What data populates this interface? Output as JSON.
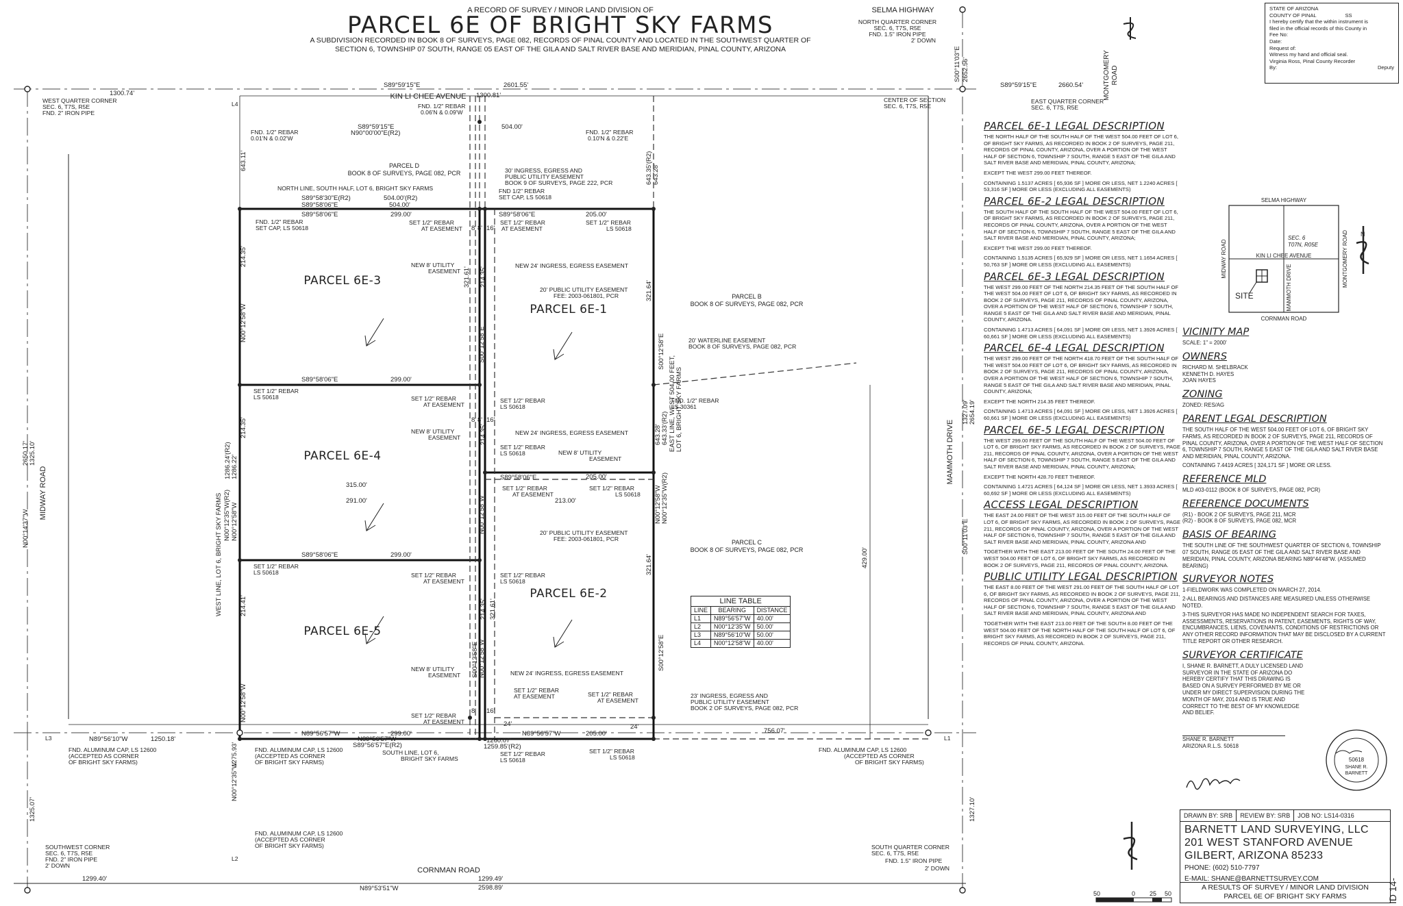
{
  "header": {
    "subtitle": "A RECORD OF SURVEY / MINOR LAND DIVISION OF",
    "title": "PARCEL 6E OF BRIGHT SKY FARMS",
    "desc1": "A SUBDIVISION RECORDED IN BOOK 8 OF SURVEYS, PAGE 082, RECORDS OF PINAL COUNTY AND LOCATED IN THE SOUTHWEST QUARTER OF",
    "desc2": "SECTION 6, TOWNSHIP 07 SOUTH, RANGE 05 EAST OF THE GILA AND SALT RIVER BASE AND MERIDIAN, PINAL COUNTY, ARIZONA"
  },
  "recorder": {
    "l1": "STATE OF ARIZONA",
    "l2": "COUNTY OF PINAL",
    "ss": "SS",
    "l3": "I hereby certify that the within instrument is",
    "l4": "filed in the official records of this County in",
    "l5": "Fee No:",
    "l6": "Date:",
    "l7": "Request of:",
    "l8": "Witness my hand and official seal.",
    "l9": "Virginia Ross, Pinal County Recorder",
    "l10": "By:",
    "l11": "Deputy"
  },
  "roads": {
    "selma": "SELMA HIGHWAY",
    "kin": "KIN LI CHEE AVENUE",
    "midway": "MIDWAY ROAD",
    "mammoth": "MAMMOTH DRIVE",
    "cornman": "CORNMAN ROAD",
    "montgomery1": "MONTGOMERY",
    "montgomery2": "ROAD"
  },
  "parcels": {
    "p3": "PARCEL 6E-3",
    "p4": "PARCEL 6E-4",
    "p5": "PARCEL 6E-5",
    "p1": "PARCEL 6E-1",
    "p2": "PARCEL 6E-2",
    "pd1": "PARCEL D",
    "pd2": "BOOK 8 OF SURVEYS, PAGE 082, PCR",
    "pb1": "PARCEL B",
    "pb2": "BOOK 8 OF SURVEYS, PAGE 082, PCR",
    "pc1": "PARCEL C",
    "pc2": "BOOK 8 OF SURVEYS, PAGE 082, PCR"
  },
  "dims": {
    "top_total": "2601.55'",
    "top_bearing": "S89°59'15\"E",
    "top_left": "1300.74'",
    "top_mid": "1300.81'",
    "top_right_b": "S89°59'15\"E",
    "top_right": "2660.54'",
    "d504": "504.00'",
    "n_bear1": "S89°59'15\"E",
    "n_bear2": "N90°00'00\"E(R2)",
    "b643a": "643.11'",
    "b643b": "643.35'(R2)",
    "b643c": "643.28'",
    "nl_r2": "S89°58'30\"E(R2)",
    "nl_504": "504.00'(R2)",
    "nl_b": "S89°58'06\"E",
    "nl_504b": "504.00'",
    "row1_b": "S89°58'06\"E",
    "row1_d": "299.00'",
    "row1_b2": "S89°58'06\"E",
    "row1_d2": "205.00'",
    "row2_b": "S89°58'06\"E",
    "row2_d": "299.00'",
    "row3_b": "S89°58'06\"E",
    "row3_d": "299.00'",
    "mid_b": "S89°58'06\"E",
    "mid_d": "205.00'",
    "d315": "315.00'",
    "d291": "291.00'",
    "d213": "213.00'",
    "bot_b": "N89°56'57\"W",
    "bot_d": "299.00'",
    "bot_d2": "205.00'",
    "bot_b2": "N89°56'57\"W",
    "bot_left_b": "N89°56'10\"W",
    "bot_left_d": "1250.18'",
    "bot_sw_b": "N89°56'57\"W",
    "bot_sw_r": "S89°56'57\"E(R2)",
    "d1260": "1260.07'",
    "d1259": "1259.85'(R2)",
    "d756": "756.07'",
    "s_total": "2598.89'",
    "s_bear": "N89°53'51\"W",
    "s_right": "1299.49'",
    "s_left": "1299.40'",
    "v21435a": "214.35'",
    "v21435b": "214.35'",
    "v21441": "214.41'",
    "v32161a": "321.61'",
    "v32161b": "321.61'",
    "v32164a": "321.64'",
    "v32164b": "321.64'",
    "v21435c": "214.35'",
    "v21435d": "214.35'",
    "v21435e": "214.35'",
    "v1286a": "1286.24'(R2)",
    "v1286b": "1286.22'",
    "v429": "429.00'",
    "vN1258": "N00°12'58\"W",
    "vS1258": "S00°12'58\"E",
    "vN1235": "N00°12'35\"W",
    "v1275": "1275.93'",
    "v1325a": "1325.07'",
    "v2650a": "2650.17'",
    "v1325b": "1325.10'",
    "vN0437": "N00°14'37\"W",
    "vS1103": "S00°11'03\"E",
    "v2652": "2652.56'",
    "v1327a": "1327.09'",
    "v2654": "2654.19'",
    "v1327b": "1327.10'",
    "v643r2": "643.33'(R2)",
    "v643d": "643.28'",
    "n12_r2": "N00°12'35\"W(R2)",
    "e_line1": "EAST LINE, WEST 504.00 FEET,",
    "e_line2": "LOT 6, BRIGHT SKY FARMS",
    "w_line": "WEST LINE, LOT 6, BRIGHT SKY FARMS",
    "v16": "16'",
    "v8": "8'",
    "v24": "24'"
  },
  "callouts": {
    "wq1": "WEST QUARTER CORNER",
    "wq2": "SEC. 6, T7S, R5E",
    "wq3": "FND. 2\" IRON PIPE",
    "nq1": "NORTH QUARTER CORNER",
    "nq2": "SEC. 6, T7S, R5E",
    "nq3": "FND. 1.5\" IRON PIPE",
    "nq4": "2' DOWN",
    "cs1": "CENTER OF SECTION",
    "cs2": "SEC. 6, T7S, R5E",
    "eq1": "EAST QUARTER CORNER",
    "eq2": "SEC. 6, T7S, R5E",
    "sw1": "SOUTHWEST CORNER",
    "sw2": "SEC. 6, T7S, R5E",
    "sw3": "FND. 2\" IRON PIPE",
    "sw4": "2' DOWN",
    "sq1": "SOUTH QUARTER CORNER",
    "sq2": "SEC. 6, T7S, R5E",
    "sq3": "FND. 1.5\" IRON PIPE",
    "sq4": "2' DOWN",
    "rebar1a": "FND. 1/2\" REBAR",
    "rebar1b": "0.01'N & 0.02'W",
    "rebar2a": "FND. 1/2\" REBAR",
    "rebar2b": "0.06'N & 0.09'W",
    "rebar3a": "FND. 1/2\" REBAR",
    "rebar3b": "0.10'N & 0.22'E",
    "northline": "NORTH LINE, SOUTH HALF, LOT 6, BRIGHT SKY FARMS",
    "setcap1": "FND. 1/2\" REBAR",
    "setcap2": "SET CAP, LS 50618",
    "ingress1": "30' INGRESS, EGRESS AND",
    "ingress2": "PUBLIC UTILITY EASEMENT",
    "ingress3": "BOOK 9 OF SURVEYS, PAGE 222, PCR",
    "ingress4": "FND 1/2\" REBAR",
    "ingress5": "SET CAP, LS 50618",
    "se1": "SET 1/2\" REBAR",
    "se2": "AT EASEMENT",
    "sl1": "SET 1/2\" REBAR",
    "sl2": "LS 50618",
    "nu1": "NEW 8' UTILITY",
    "nu2": "EASEMENT",
    "ni": "NEW 24' INGRESS, EGRESS EASEMENT",
    "pue1": "20' PUBLIC UTILITY EASEMENT",
    "pue2": "FEE: 2003-061801, PCR",
    "wl1": "20' WATERLINE EASEMENT",
    "wl2": "BOOK 8 OF SURVEYS, PAGE 082, PCR",
    "f30361a": "FND. 1/2\" REBAR",
    "f30361b": "LS 30361",
    "al1": "FND. ALUMINUM CAP, LS 12600",
    "al2": "(ACCEPTED AS CORNER",
    "al3": "OF BRIGHT SKY FARMS)",
    "sl6a": "SOUTH LINE, LOT 6,",
    "sl6b": "BRIGHT SKY FARMS",
    "ing23a": "23' INGRESS, EGRESS AND",
    "ing23b": "PUBLIC UTILITY EASEMENT",
    "ing23c": "BOOK 2 OF SURVEYS, PAGE 082, PCR",
    "L1": "L1",
    "L2": "L2",
    "L3": "L3",
    "L4": "L4"
  },
  "line_table": {
    "title": "LINE TABLE",
    "headers": [
      "LINE",
      "BEARING",
      "DISTANCE"
    ],
    "rows": [
      [
        "L1",
        "N89°56'57\"W",
        "40.00'"
      ],
      [
        "L2",
        "N00°12'35\"W",
        "50.00'"
      ],
      [
        "L3",
        "N89°56'10\"W",
        "50.00'"
      ],
      [
        "L4",
        "N00°12'58\"W",
        "40.00'"
      ]
    ]
  },
  "legal": [
    {
      "h": "PARCEL 6E-1 LEGAL DESCRIPTION",
      "p": [
        "THE NORTH HALF OF THE SOUTH HALF OF THE WEST 504.00 FEET OF LOT 6, OF BRIGHT SKY FARMS, AS RECORDED IN BOOK 2 OF SURVEYS, PAGE 211, RECORDS OF PINAL COUNTY, ARIZONA, OVER A PORTION OF THE WEST HALF OF SECTION 6, TOWNSHIP 7 SOUTH, RANGE 5 EAST OF THE GILA AND SALT RIVER BASE AND MERIDIAN, PINAL COUNTY, ARIZONA;",
        "EXCEPT THE WEST 299.00 FEET THEREOF.",
        "CONTAINING 1.5137 ACRES [ 65,936 SF ] MORE OR LESS, NET 1.2240 ACRES [ 53,316 SF ] MORE OR LESS (EXCLUDING ALL EASEMENTS)"
      ]
    },
    {
      "h": "PARCEL 6E-2 LEGAL DESCRIPTION",
      "p": [
        "THE SOUTH HALF OF THE SOUTH HALF OF THE WEST 504.00 FEET OF LOT 6, OF BRIGHT SKY FARMS, AS RECORDED IN BOOK 2 OF SURVEYS, PAGE 211, RECORDS OF PINAL COUNTY, ARIZONA, OVER A PORTION OF THE WEST HALF OF SECTION 6, TOWNSHIP 7 SOUTH, RANGE 5 EAST OF THE GILA AND SALT RIVER BASE AND MERIDIAN, PINAL COUNTY, ARIZONA;",
        "EXCEPT THE WEST 299.00 FEET THEREOF.",
        "CONTAINING 1.5135 ACRES [ 65,929 SF ] MORE OR LESS, NET 1.1654 ACRES [ 50,763 SF ] MORE OR LESS (EXCLUDING ALL EASEMENTS)"
      ]
    },
    {
      "h": "PARCEL 6E-3 LEGAL DESCRIPTION",
      "p": [
        "THE WEST 299.00 FEET OF THE NORTH 214.35 FEET OF THE SOUTH HALF OF THE WEST 504.00 FEET OF LOT 6, OF BRIGHT SKY FARMS, AS RECORDED IN BOOK 2 OF SURVEYS, PAGE 211, RECORDS OF PINAL COUNTY, ARIZONA, OVER A PORTION OF THE WEST HALF OF SECTION 6, TOWNSHIP 7 SOUTH, RANGE 5 EAST OF THE GILA AND SALT RIVER BASE AND MERIDIAN, PINAL COUNTY, ARIZONA.",
        "CONTAINING 1.4713 ACRES [ 64,091 SF ] MORE OR LESS, NET 1.3926 ACRES [ 60,661 SF ] MORE OR LESS (EXCLUDING ALL EASEMENTS)"
      ]
    },
    {
      "h": "PARCEL 6E-4 LEGAL DESCRIPTION",
      "p": [
        "THE WEST 299.00 FEET OF THE NORTH 418.70 FEET OF THE SOUTH HALF OF THE WEST 504.00 FEET OF LOT 6, OF BRIGHT SKY FARMS, AS RECORDED IN BOOK 2 OF SURVEYS, PAGE 211, RECORDS OF PINAL COUNTY, ARIZONA, OVER A PORTION OF THE WEST HALF OF SECTION 6, TOWNSHIP 7 SOUTH, RANGE 5 EAST OF THE GILA AND SALT RIVER BASE AND MERIDIAN, PINAL COUNTY, ARIZONA;",
        "EXCEPT THE NORTH 214.35 FEET THEREOF.",
        "CONTAINING 1.4713 ACRES [ 64,091 SF ] MORE OR LESS, NET 1.3926 ACRES [ 60,661 SF ] MORE OR LESS (EXCLUDING ALL EASEMENTS)"
      ]
    },
    {
      "h": "PARCEL 6E-5 LEGAL DESCRIPTION",
      "p": [
        "THE WEST 299.00 FEET OF THE SOUTH HALF OF THE WEST 504.00 FEET OF LOT 6, OF BRIGHT SKY FARMS, AS RECORDED IN BOOK 2 OF SURVEYS, PAGE 211, RECORDS OF PINAL COUNTY, ARIZONA, OVER A PORTION OF THE WEST HALF OF SECTION 6, TOWNSHIP 7 SOUTH, RANGE 5 EAST OF THE GILA AND SALT RIVER BASE AND MERIDIAN, PINAL COUNTY, ARIZONA;",
        "EXCEPT THE NORTH 428.70 FEET THEREOF.",
        "CONTAINING 1.4721 ACRES [ 64,124 SF ] MORE OR LESS, NET 1.3933 ACRES [ 60,692 SF ] MORE OR LESS (EXCLUDING ALL EASEMENTS)"
      ]
    },
    {
      "h": "ACCESS LEGAL DESCRIPTION",
      "p": [
        "THE EAST 24.00 FEET OF THE WEST 315.00 FEET OF THE SOUTH HALF OF LOT 6, OF BRIGHT SKY FARMS, AS RECORDED IN BOOK 2 OF SURVEYS, PAGE 211, RECORDS OF PINAL COUNTY, ARIZONA, OVER A PORTION OF THE WEST HALF OF SECTION 6, TOWNSHIP 7 SOUTH, RANGE 5 EAST OF THE GILA AND SALT RIVER BASE AND MERIDIAN, PINAL COUNTY, ARIZONA AND",
        "TOGETHER WITH THE EAST 213.00 FEET OF THE SOUTH 24.00 FEET OF THE WEST 504.00 FEET OF LOT 6, OF BRIGHT SKY FARMS, AS RECORDED IN BOOK 2 OF SURVEYS, PAGE 211, RECORDS OF PINAL COUNTY, ARIZONA."
      ]
    },
    {
      "h": "PUBLIC UTILITY LEGAL DESCRIPTION",
      "p": [
        "THE EAST 8.00 FEET OF THE WEST 291.00 FEET OF THE SOUTH HALF OF LOT 6, OF BRIGHT SKY FARMS, AS RECORDED IN BOOK 2 OF SURVEYS, PAGE 211, RECORDS OF PINAL COUNTY, ARIZONA, OVER A PORTION OF THE WEST HALF OF SECTION 6, TOWNSHIP 7 SOUTH, RANGE 5 EAST OF THE GILA AND SALT RIVER BASE AND MERIDIAN, PINAL COUNTY, ARIZONA AND",
        "TOGETHER WITH THE EAST 213.00 FEET OF THE SOUTH 8.00 FEET OF THE WEST 504.00 FEET OF THE NORTH HALF OF THE SOUTH HALF OF LOT 6, OF BRIGHT SKY FARMS, AS RECORDED IN BOOK 2 OF SURVEYS, PAGE 211, RECORDS OF PINAL COUNTY, ARIZONA."
      ]
    }
  ],
  "vicinity": {
    "selma": "SELMA HIGHWAY",
    "cornman": "CORNMAN ROAD",
    "midway": "MIDWAY ROAD",
    "montgomery": "MONTGOMERY ROAD",
    "kin": "KIN LI CHEE AVENUE",
    "mammoth": "MAMMOTH DRIVE",
    "sec1": "SEC. 6",
    "sec2": "T07N, R05E",
    "site": "SITE"
  },
  "side": {
    "vic_h": "VICINITY MAP",
    "vic_scale": "SCALE: 1\" = 2000'",
    "own_h": "OWNERS",
    "own1": "RICHARD M. SHELBRACK",
    "own2": "KENNETH D. HAYES",
    "own3": "JOAN HAYES",
    "zon_h": "ZONING",
    "zon": "ZONED: RES/AG",
    "par_h": "PARENT LEGAL DESCRIPTION",
    "par": "THE SOUTH HALF OF THE WEST 504.00 FEET OF LOT 6, OF BRIGHT SKY FARMS, AS RECORDED IN BOOK 2 OF SURVEYS, PAGE 211, RECORDS OF PINAL COUNTY, ARIZONA, OVER A PORTION OF THE WEST HALF OF SECTION 6, TOWNSHIP 7 SOUTH, RANGE 5 EAST OF THE GILA AND SALT RIVER BASE AND MERIDIAN, PINAL COUNTY, ARIZONA.",
    "par2": "CONTAINING 7.4419 ACRES [ 324,171 SF ] MORE OR LESS.",
    "mld_h": "REFERENCE MLD",
    "mld": "MLD #03-0112 (BOOK 8 OF SURVEYS, PAGE 082, PCR)",
    "ref_h": "REFERENCE DOCUMENTS",
    "ref1": "(R1) - BOOK 2 OF SURVEYS, PAGE 211, MCR",
    "ref2": "(R2) - BOOK 8 OF SURVEYS, PAGE 082, MCR",
    "bas_h": "BASIS OF BEARING",
    "bas": "THE SOUTH LINE OF THE SOUTHWEST QUARTER OF SECTION 6, TOWNSHIP 07 SOUTH, RANGE 05 EAST OF THE GILA AND SALT RIVER BASE AND MERIDIAN, PINAL COUNTY, ARIZONA BEARING N89°44'48\"W. (ASSUMED BEARING)",
    "sn_h": "SURVEYOR NOTES",
    "sn1": "1-FIELDWORK WAS COMPLETED ON MARCH 27, 2014.",
    "sn2": "2-ALL BEARINGS AND DISTANCES ARE MEASURED UNLESS OTHERWISE NOTED.",
    "sn3": "3-THIS SURVEYOR HAS MADE NO INDEPENDENT SEARCH FOR TAXES, ASSESSMENTS, RESERVATIONS IN PATENT, EASEMENTS, RIGHTS OF WAY, ENCUMBRANCES, LIENS, COVENANTS, CONDITIONS OF RESTRICTIONS OR ANY OTHER RECORD INFORMATION THAT MAY BE DISCLOSED BY A CURRENT TITLE REPORT OR OTHER RESEARCH.",
    "sc_h": "SURVEYOR CERTIFICATE",
    "sc": "I, SHANE R. BARNETT, A DULY LICENSED LAND SURVEYOR IN THE STATE OF ARIZONA DO HEREBY CERTIFY THAT THIS DRAWING IS BASED ON A SURVEY PERFORMED BY ME OR UNDER MY DIRECT SUPERVISION DURING THE MONTH OF MAY, 2014 AND IS TRUE AND CORRECT TO THE BEST OF MY KNOWLEDGE AND BELIEF.",
    "sig1": "SHANE R. BARNETT",
    "sig2": "ARIZONA R.L.S. 50618",
    "seal1": "50618",
    "seal2": "SHANE R.",
    "seal3": "BARNETT"
  },
  "titleblock": {
    "drawn": "DRAWN BY: SRB",
    "review": "REVIEW BY: SRB",
    "job": "JOB NO: LS14-0316",
    "firm1": "BARNETT LAND SURVEYING, LLC",
    "firm2": "201 WEST STANFORD AVENUE",
    "firm3": "GILBERT, ARIZONA 85233",
    "phone": "PHONE: (602) 510-7797",
    "email": "E-MAIL: SHANE@BARNETTSURVEY.COM",
    "f1": "A RESULTS OF SURVEY / MINOR LAND DIVISION",
    "f2": "PARCEL 6E OF BRIGHT SKY FARMS",
    "sheetid": "ID 14-"
  },
  "scale": {
    "s1": "50",
    "s2": "0",
    "s3": "25",
    "s4": "50"
  }
}
